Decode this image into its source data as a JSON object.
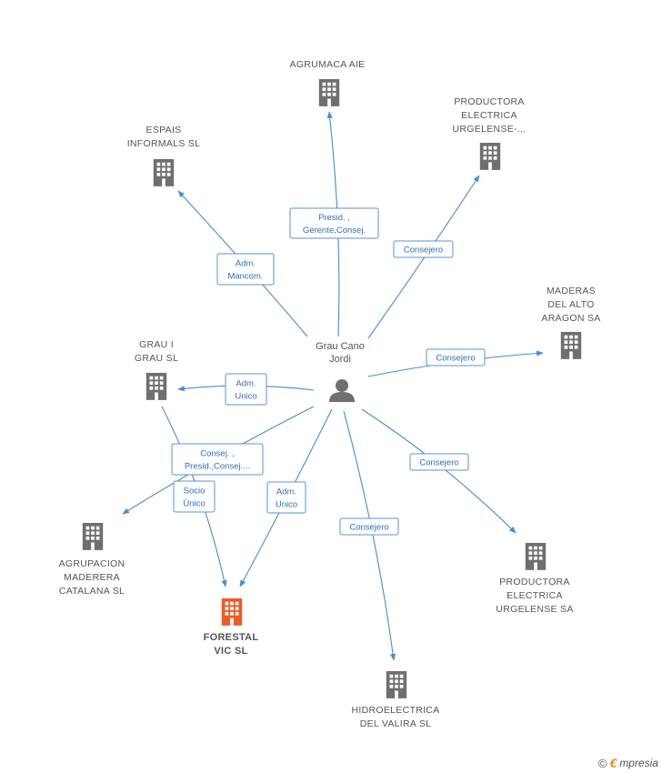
{
  "person": {
    "name_lines": [
      "Grau Cano",
      "Jordi"
    ],
    "icon": "person-icon"
  },
  "nodes": [
    {
      "id": "agrumaca",
      "lines": [
        "AGRUMACA AIE"
      ],
      "icon": "building-icon",
      "color": "#6f6f6f"
    },
    {
      "id": "productora_urg_dots",
      "lines": [
        "PRODUCTORA",
        "ELECTRICA",
        "URGELENSE-..."
      ],
      "icon": "building-icon",
      "color": "#6f6f6f"
    },
    {
      "id": "espais",
      "lines": [
        "ESPAIS",
        "INFORMALS SL"
      ],
      "icon": "building-icon",
      "color": "#6f6f6f"
    },
    {
      "id": "maderas",
      "lines": [
        "MADERAS",
        "DEL ALTO",
        "ARAGON SA"
      ],
      "icon": "building-icon",
      "color": "#6f6f6f"
    },
    {
      "id": "grau",
      "lines": [
        "GRAU I",
        "GRAU SL"
      ],
      "icon": "building-icon",
      "color": "#6f6f6f"
    },
    {
      "id": "agrupacion",
      "lines": [
        "AGRUPACION",
        "MADERERA",
        "CATALANA SL"
      ],
      "icon": "building-icon",
      "color": "#6f6f6f"
    },
    {
      "id": "forestal",
      "lines": [
        "FORESTAL",
        "VIC SL"
      ],
      "icon": "building-icon",
      "color": "#f05a28",
      "focus": true
    },
    {
      "id": "productora_urg",
      "lines": [
        "PRODUCTORA",
        "ELECTRICA",
        "URGELENSE SA"
      ],
      "icon": "building-icon",
      "color": "#6f6f6f"
    },
    {
      "id": "hidro",
      "lines": [
        "HIDROELECTRICA",
        "DEL VALIRA SL"
      ],
      "icon": "building-icon",
      "color": "#6f6f6f"
    }
  ],
  "edges": [
    {
      "id": "e-agrumaca",
      "lines": [
        "Presid. ,",
        "Gerente,Consej."
      ]
    },
    {
      "id": "e-productora-dots",
      "lines": [
        "Consejero"
      ]
    },
    {
      "id": "e-espais",
      "lines": [
        "Adm.",
        "Mancom."
      ]
    },
    {
      "id": "e-maderas",
      "lines": [
        "Consejero"
      ]
    },
    {
      "id": "e-grau",
      "lines": [
        "Adm.",
        "Unico"
      ]
    },
    {
      "id": "e-agrupacion",
      "lines": [
        "Consej. ,",
        "Presid.,Consej...."
      ]
    },
    {
      "id": "e-grau-forestal",
      "lines": [
        "Socio",
        "Único"
      ]
    },
    {
      "id": "e-forestal",
      "lines": [
        "Adm.",
        "Unico"
      ]
    },
    {
      "id": "e-hidro",
      "lines": [
        "Consejero"
      ]
    },
    {
      "id": "e-productora",
      "lines": [
        "Consejero"
      ]
    }
  ],
  "colors": {
    "edge": "#4a8ad6",
    "label_text": "#2f6fb5",
    "building": "#6f6f6f",
    "focus": "#f05a28"
  },
  "footer": {
    "copyright_symbol": "©",
    "brand_initial": "€",
    "brand_rest": "mpresia"
  }
}
